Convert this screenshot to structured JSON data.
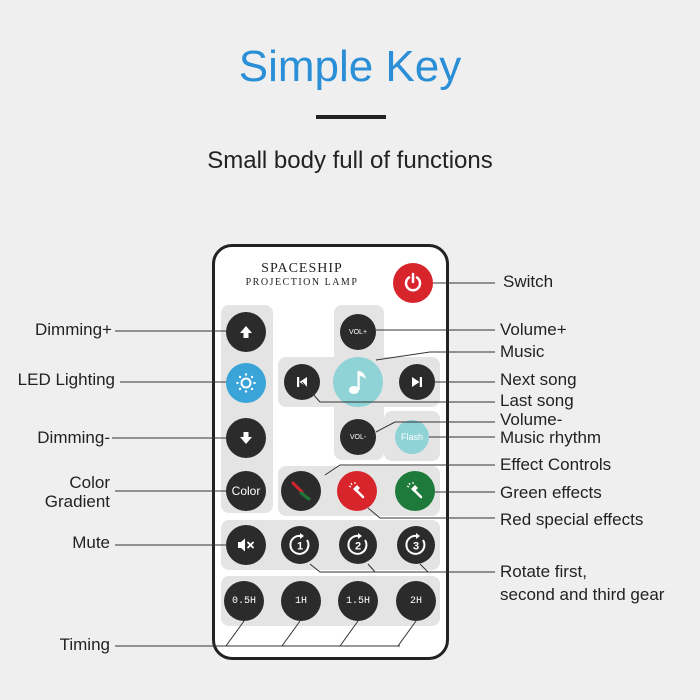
{
  "header": {
    "title": "Simple Key",
    "subtitle": "Small body full of functions"
  },
  "remote": {
    "brand_line1": "SPACESHIP",
    "brand_line2": "PROJECTION LAMP",
    "buttons": {
      "vol_plus": "VOL+",
      "vol_minus": "VOL-",
      "flash": "Flash",
      "color": "Color",
      "timer_05": "0.5H",
      "timer_1": "1H",
      "timer_15": "1.5H",
      "timer_2": "2H"
    }
  },
  "labels": {
    "switch": "Switch",
    "volume_plus": "Volume+",
    "music": "Music",
    "next_song": "Next song",
    "last_song": "Last song",
    "volume_minus": "Volume-",
    "music_rhythm": "Music rhythm",
    "effect_controls": "Effect Controls",
    "green_effects": "Green effects",
    "red_effects": "Red special effects",
    "rotate_line1": "Rotate first,",
    "rotate_line2": "second and third gear",
    "dimming_plus": "Dimming+",
    "led_lighting": "LED Lighting",
    "dimming_minus": "Dimming-",
    "color_line1": "Color",
    "color_line2": "Gradient",
    "mute": "Mute",
    "timing": "Timing"
  },
  "icons": [
    "power-icon",
    "arrow-up-icon",
    "sun-icon",
    "arrow-down-icon",
    "mute-icon",
    "music-note-icon",
    "previous-track-icon",
    "next-track-icon",
    "flashlight-icon",
    "rotate-1-icon",
    "rotate-2-icon",
    "rotate-3-icon"
  ],
  "colors": {
    "title": "#2a8fd6",
    "power": "#d8252c",
    "music": "#8fd3d6",
    "led": "#3aa3d8",
    "red_effect": "#d8252c",
    "green_effect": "#1e7a3a",
    "flash": "#8fd3d6"
  }
}
